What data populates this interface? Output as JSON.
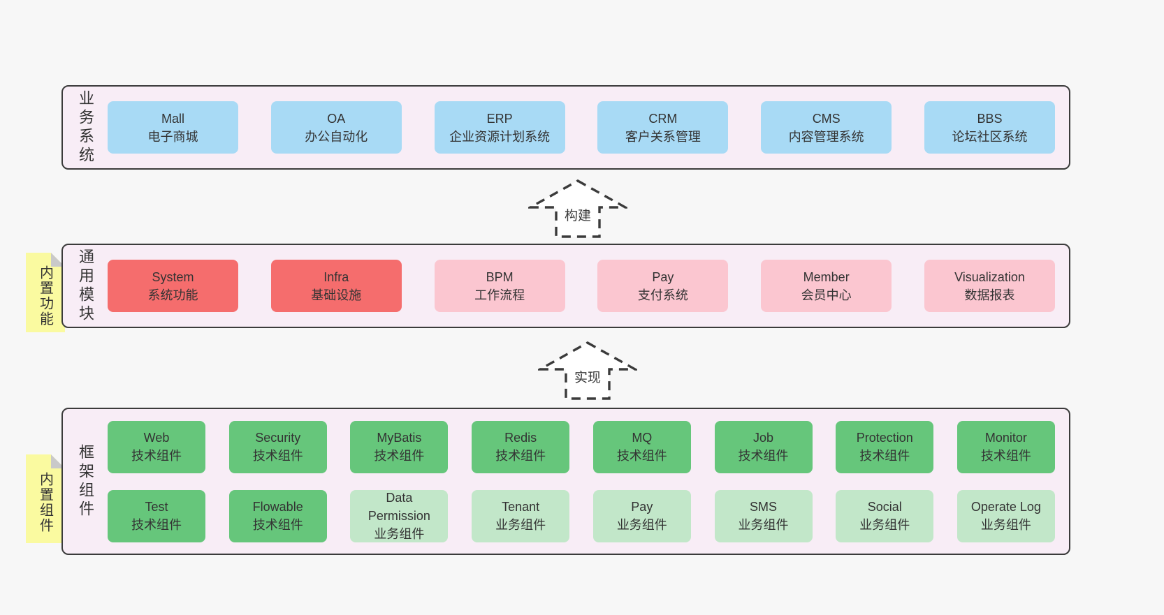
{
  "colors": {
    "page_bg": "#f7f7f7",
    "panel_bg": "#f8edf6",
    "panel_border": "#3b3b3b",
    "blue_box": "#a8daf5",
    "red_box": "#f56d6d",
    "pink_box": "#fbc6d0",
    "green_box": "#66c67b",
    "light_green_box": "#c2e7c9",
    "note_yellow": "#fafaa0",
    "note_fold_gray": "#c9c9c9",
    "text": "#333333"
  },
  "arrows": [
    {
      "label": "构建",
      "direction": "up",
      "style": "dashed"
    },
    {
      "label": "实现",
      "direction": "up",
      "style": "dashed"
    }
  ],
  "sections": [
    {
      "label": "业务系统",
      "boxes": [
        {
          "name": "Mall",
          "desc": "电子商城"
        },
        {
          "name": "OA",
          "desc": "办公自动化"
        },
        {
          "name": "ERP",
          "desc": "企业资源计划系统"
        },
        {
          "name": "CRM",
          "desc": "客户关系管理"
        },
        {
          "name": "CMS",
          "desc": "内容管理系统"
        },
        {
          "name": "BBS",
          "desc": "论坛社区系统"
        }
      ]
    },
    {
      "label": "通用模块",
      "note": "内置功能",
      "boxes": [
        {
          "name": "System",
          "desc": "系统功能",
          "variant": "red"
        },
        {
          "name": "Infra",
          "desc": "基础设施",
          "variant": "red"
        },
        {
          "name": "BPM",
          "desc": "工作流程",
          "variant": "pink"
        },
        {
          "name": "Pay",
          "desc": "支付系统",
          "variant": "pink"
        },
        {
          "name": "Member",
          "desc": "会员中心",
          "variant": "pink"
        },
        {
          "name": "Visualization",
          "desc": "数据报表",
          "variant": "pink"
        }
      ]
    },
    {
      "label": "框架组件",
      "note": "内置组件",
      "rows": [
        [
          {
            "name": "Web",
            "desc": "技术组件",
            "variant": "green"
          },
          {
            "name": "Security",
            "desc": "技术组件",
            "variant": "green"
          },
          {
            "name": "MyBatis",
            "desc": "技术组件",
            "variant": "green"
          },
          {
            "name": "Redis",
            "desc": "技术组件",
            "variant": "green"
          },
          {
            "name": "MQ",
            "desc": "技术组件",
            "variant": "green"
          },
          {
            "name": "Job",
            "desc": "技术组件",
            "variant": "green"
          },
          {
            "name": "Protection",
            "desc": "技术组件",
            "variant": "green"
          },
          {
            "name": "Monitor",
            "desc": "技术组件",
            "variant": "green"
          }
        ],
        [
          {
            "name": "Test",
            "desc": "技术组件",
            "variant": "green"
          },
          {
            "name": "Flowable",
            "desc": "技术组件",
            "variant": "green"
          },
          {
            "name": "Data Permission",
            "desc": "业务组件",
            "variant": "lgreen"
          },
          {
            "name": "Tenant",
            "desc": "业务组件",
            "variant": "lgreen"
          },
          {
            "name": "Pay",
            "desc": "业务组件",
            "variant": "lgreen"
          },
          {
            "name": "SMS",
            "desc": "业务组件",
            "variant": "lgreen"
          },
          {
            "name": "Social",
            "desc": "业务组件",
            "variant": "lgreen"
          },
          {
            "name": "Operate Log",
            "desc": "业务组件",
            "variant": "lgreen"
          }
        ]
      ]
    }
  ]
}
